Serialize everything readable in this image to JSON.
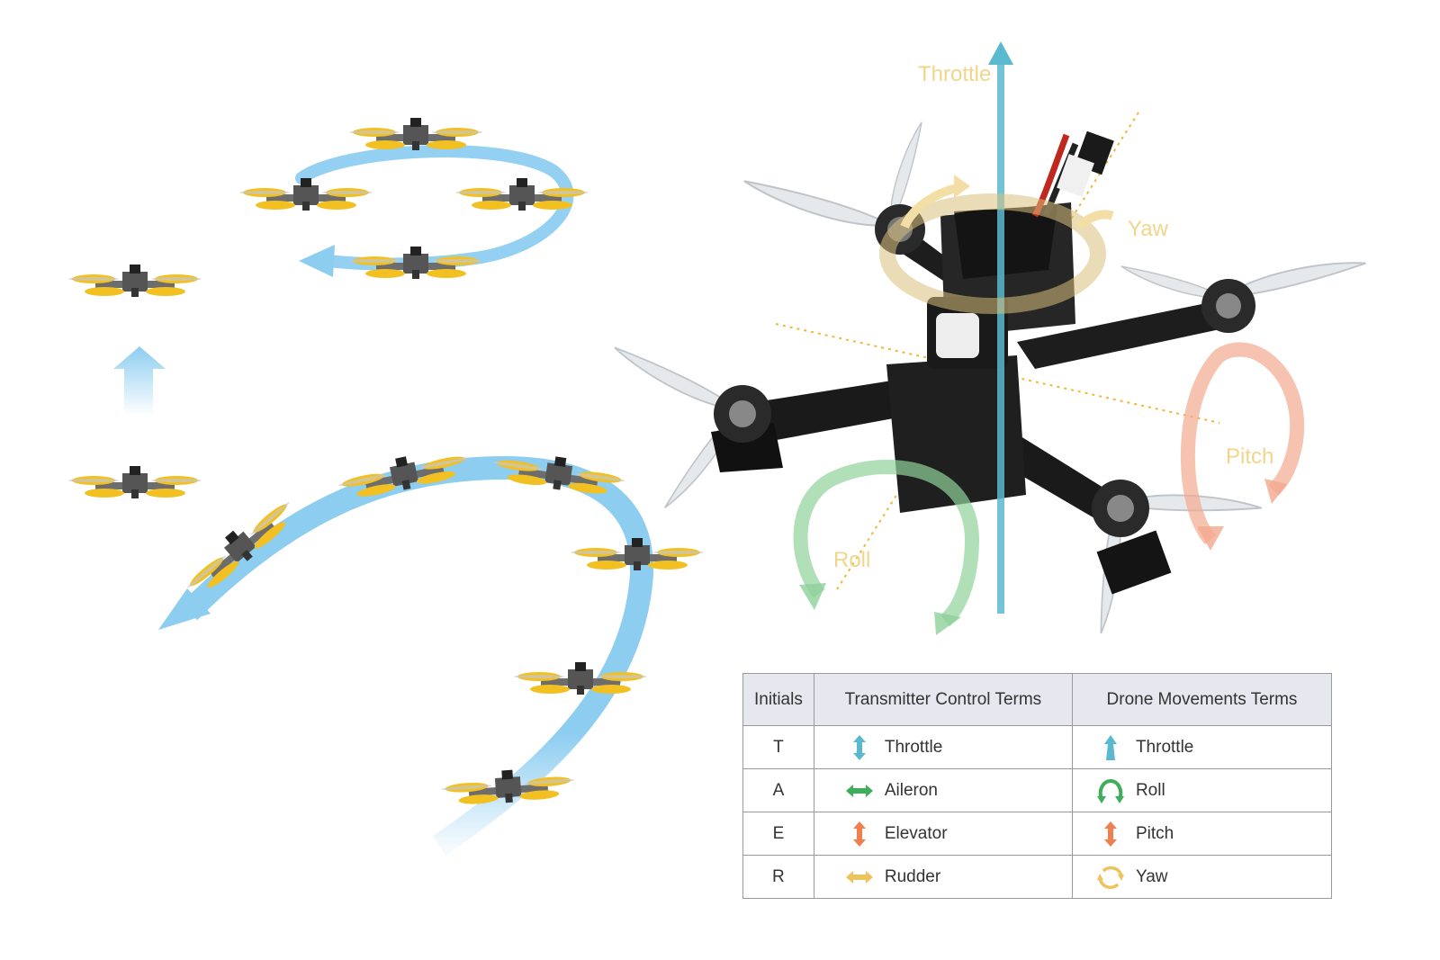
{
  "diagram": {
    "axis_labels": {
      "throttle": "Throttle",
      "yaw": "Yaw",
      "pitch": "Pitch",
      "roll": "Roll"
    },
    "colors": {
      "throttle": "#5ab9cf",
      "yaw": "#e6c26e",
      "pitch": "#f2a98f",
      "roll": "#8fd19a",
      "flight_path": "#8dcdf0",
      "drone_accent": "#f2c021"
    }
  },
  "table": {
    "headers": [
      "Initials",
      "Transmitter Control Terms",
      "Drone Movements Terms"
    ],
    "rows": [
      {
        "initial": "T",
        "control": "Throttle",
        "control_icon": "vertical-double-arrow-icon",
        "movement": "Throttle",
        "movement_icon": "up-arrow-icon"
      },
      {
        "initial": "A",
        "control": "Aileron",
        "control_icon": "horizontal-double-arrow-icon",
        "movement": "Roll",
        "movement_icon": "roll-arc-icon"
      },
      {
        "initial": "E",
        "control": "Elevator",
        "control_icon": "vertical-double-arrow-icon",
        "movement": "Pitch",
        "movement_icon": "vertical-double-arrow-icon"
      },
      {
        "initial": "R",
        "control": "Rudder",
        "control_icon": "horizontal-double-arrow-icon",
        "movement": "Yaw",
        "movement_icon": "yaw-circle-icon"
      }
    ]
  }
}
